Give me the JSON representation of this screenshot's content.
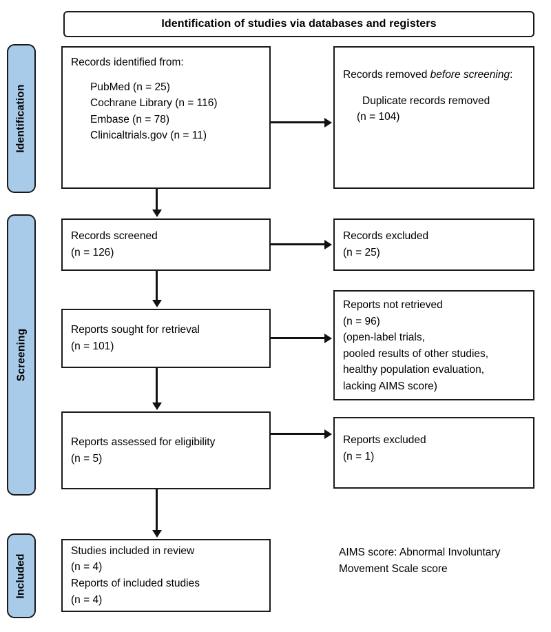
{
  "header": {
    "title": "Identification of studies via databases and registers"
  },
  "stages": [
    {
      "label": "Identification"
    },
    {
      "label": "Screening"
    },
    {
      "label": "Included"
    }
  ],
  "boxes": {
    "records_identified": {
      "title": "Records identified from:",
      "sources": [
        "PubMed (n = 25)",
        "Cochrane Library (n = 116)",
        "Embase (n = 78)",
        "Clinicaltrials.gov (n = 11)"
      ]
    },
    "records_removed": {
      "line1": "Records removed ",
      "emphasis": "before screening",
      "colon": ":",
      "detail": "Duplicate records removed",
      "count": "(n = 104)"
    },
    "records_screened": {
      "label": "Records screened",
      "count": "(n = 126)"
    },
    "records_excluded": {
      "label": "Records excluded",
      "count": "(n = 25)"
    },
    "reports_sought": {
      "label": "Reports sought for retrieval",
      "count": "(n = 101)"
    },
    "reports_not_retrieved": {
      "label": "Reports not retrieved",
      "count": "(n = 96)",
      "reasons": [
        "(open-label trials,",
        "pooled results of other studies,",
        "healthy population evaluation,",
        "lacking AIMS score)"
      ]
    },
    "reports_assessed": {
      "label": "Reports assessed for eligibility",
      "count": "(n = 5)"
    },
    "reports_excluded": {
      "label": "Reports excluded",
      "count": "(n = 1)"
    },
    "studies_included": {
      "label1": "Studies included in review",
      "count1": "(n = 4)",
      "label2": "Reports of included studies",
      "count2": "(n = 4)"
    }
  },
  "legend": {
    "line1": "AIMS score: Abnormal Involuntary",
    "line2": "Movement Scale score"
  },
  "colors": {
    "stage_fill": "#a8cbea",
    "border": "#1a1a1a",
    "background": "#ffffff",
    "text": "#000000"
  }
}
